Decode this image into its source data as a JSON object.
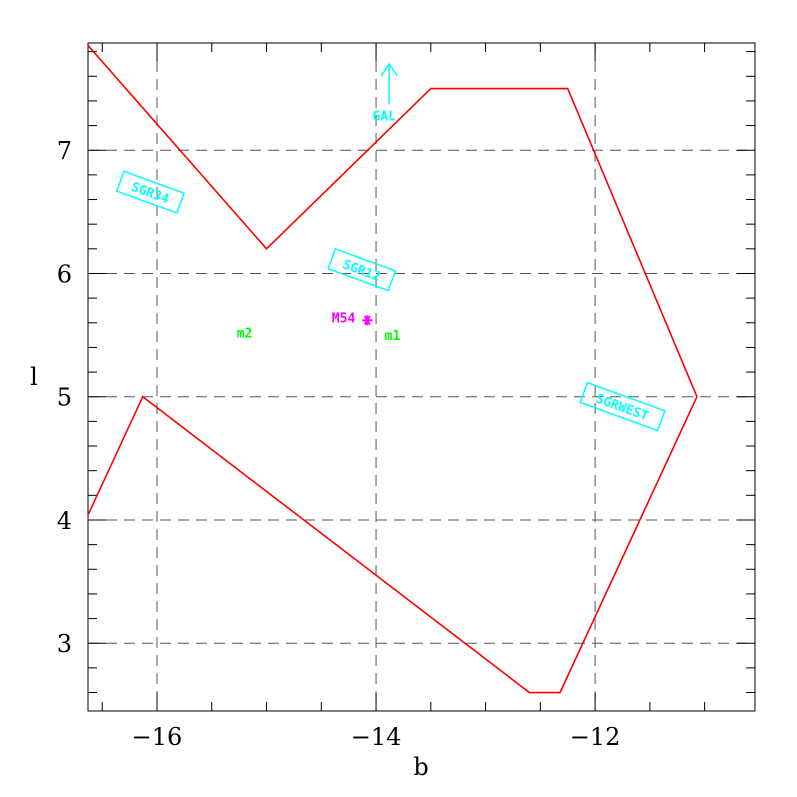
{
  "chart_data": {
    "type": "scatter",
    "title": "",
    "xlabel": "b",
    "ylabel": "l",
    "xlim": [
      -16.63,
      -10.54
    ],
    "ylim": [
      2.45,
      7.87
    ],
    "x_ticks": [
      -16,
      -14,
      -12
    ],
    "x_tick_labels": [
      "−16",
      "−14",
      "−12"
    ],
    "y_ticks": [
      3,
      4,
      5,
      6,
      7
    ],
    "y_tick_labels": [
      "3",
      "4",
      "5",
      "6",
      "7"
    ],
    "grid": true,
    "colors": {
      "region": "#ff0000",
      "field": "#00ffff",
      "cluster": "#ff00ff",
      "marker": "#00ff00",
      "axis": "#000000"
    },
    "region_outline": {
      "color": "#ff0000",
      "upper": [
        [
          -16.63,
          7.85
        ],
        [
          -15.0,
          6.2
        ],
        [
          -13.5,
          7.5
        ],
        [
          -12.25,
          7.5
        ],
        [
          -11.07,
          5.0
        ]
      ],
      "lower": [
        [
          -11.07,
          5.0
        ],
        [
          -12.32,
          2.6
        ],
        [
          -12.6,
          2.6
        ],
        [
          -16.13,
          5.0
        ],
        [
          -16.63,
          4.04
        ]
      ]
    },
    "fields": [
      {
        "label": "SGR34",
        "x": -16.06,
        "y": 6.66,
        "angle_deg": 20
      },
      {
        "label": "SGR12",
        "x": -14.13,
        "y": 6.03,
        "angle_deg": 20
      },
      {
        "label": "SGRWEST",
        "x": -11.75,
        "y": 4.92,
        "angle_deg": 20
      }
    ],
    "cluster": {
      "label": "M54",
      "x": -14.08,
      "y": 5.62
    },
    "markers": [
      {
        "label": "m2",
        "x": -15.2,
        "y": 5.52
      },
      {
        "label": "m1",
        "x": -13.85,
        "y": 5.5
      }
    ],
    "gal_arrow": {
      "label": "GAL",
      "x": -13.88,
      "y_from": 7.37,
      "y_to": 7.7
    }
  }
}
